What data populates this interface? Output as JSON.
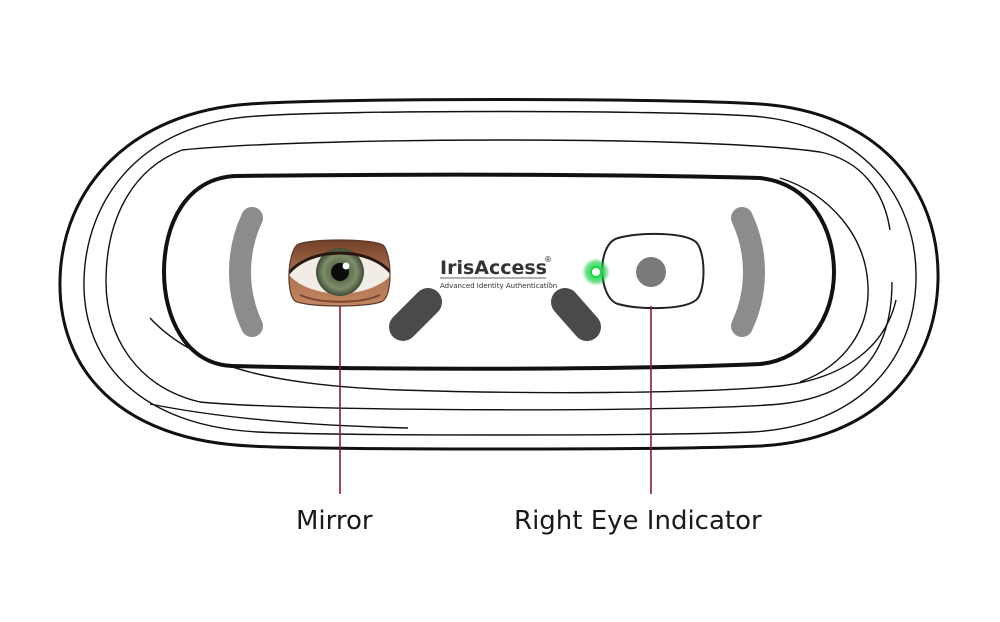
{
  "brand": {
    "name": "IrisAccess",
    "registered_mark": "®",
    "tagline": "Advanced Identity Authentication",
    "tagline_mark": "™"
  },
  "callouts": {
    "mirror": "Mirror",
    "right_eye_indicator": "Right Eye Indicator"
  },
  "colors": {
    "outline": "#111111",
    "guide_bar": "#8c8c8c",
    "dark_pad": "#4a4a4a",
    "callout_line": "#8b1a2e",
    "indicator_led": "#1fd64a",
    "sensor_dot": "#7a7a7a"
  },
  "icons": {
    "mirror": "eye-mirror-icon",
    "indicator": "led-indicator-icon"
  }
}
